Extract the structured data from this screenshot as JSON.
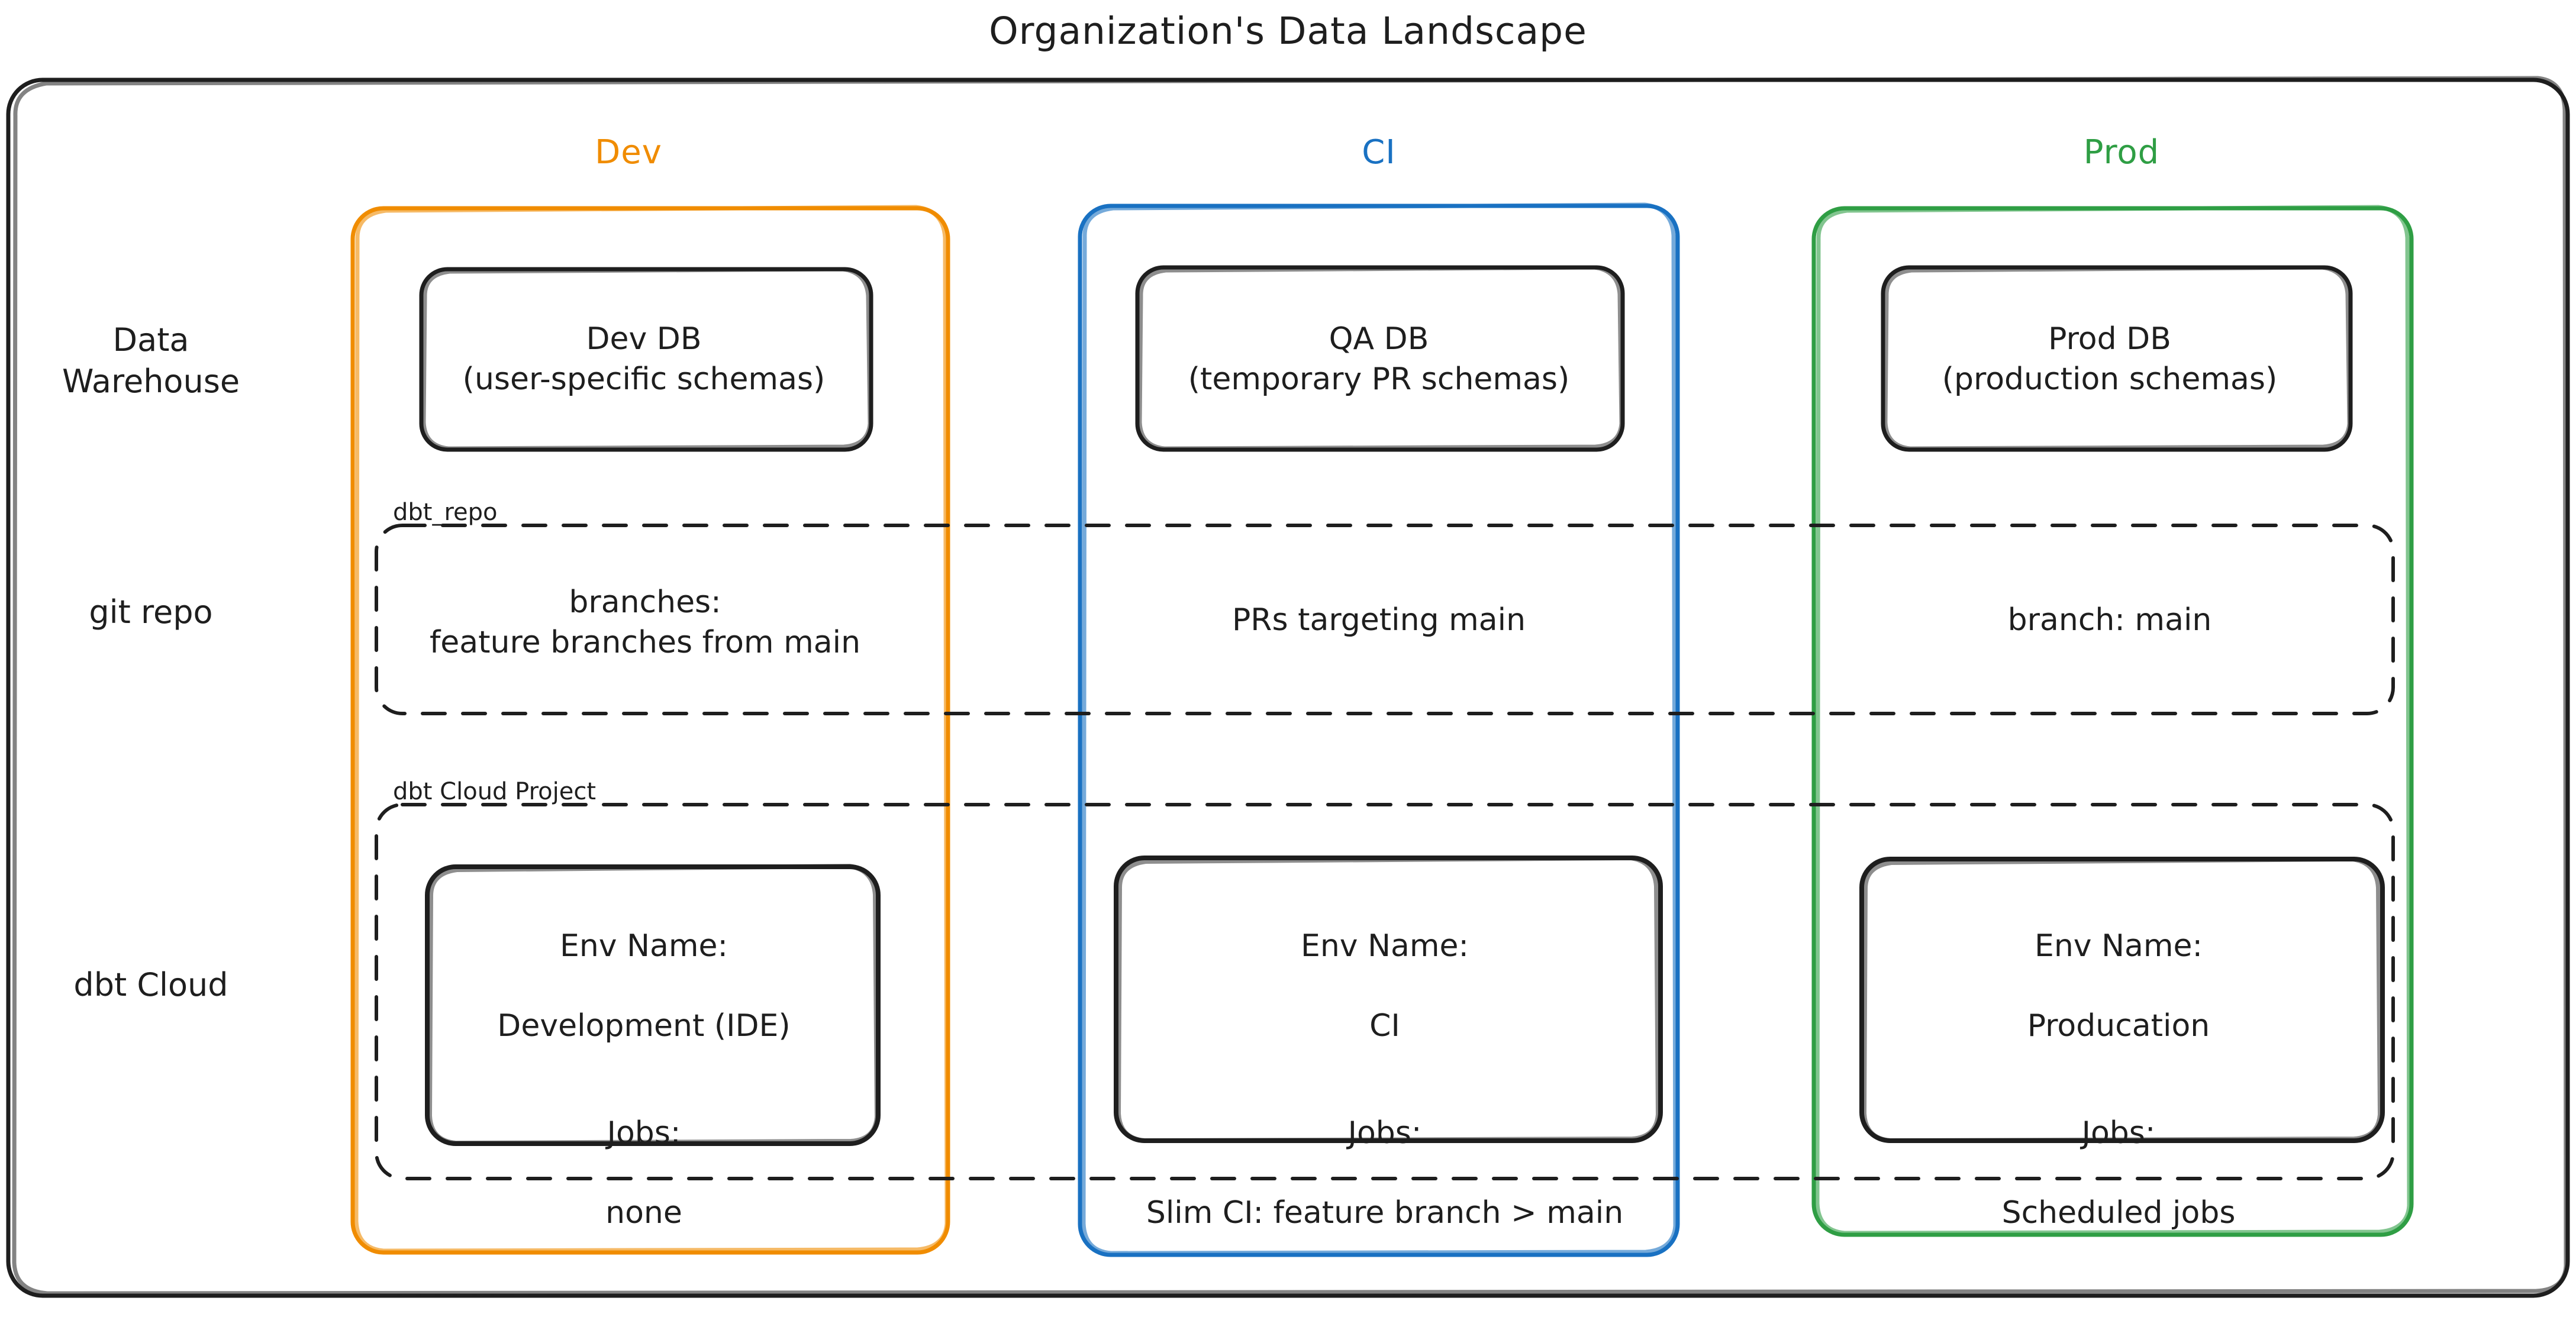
{
  "title": "Organization's Data Landscape",
  "colors": {
    "stroke": "#1e1e1e",
    "dev": "#f08c00",
    "ci": "#1971c2",
    "prod": "#2f9e44",
    "background": "#ffffff"
  },
  "swimlanes": [
    {
      "key": "dev",
      "label": "Dev",
      "color": "#f08c00"
    },
    {
      "key": "ci",
      "label": "CI",
      "color": "#1971c2"
    },
    {
      "key": "prod",
      "label": "Prod",
      "color": "#2f9e44"
    }
  ],
  "rows": [
    {
      "key": "warehouse",
      "label": "Data\nWarehouse"
    },
    {
      "key": "git",
      "label": "git repo"
    },
    {
      "key": "dbtcloud",
      "label": "dbt Cloud"
    }
  ],
  "groups": {
    "git_repo": {
      "caption": "dbt_repo",
      "style": "dashed"
    },
    "dbt_cloud_project": {
      "caption": "dbt Cloud Project",
      "style": "dashed"
    }
  },
  "cells": {
    "warehouse": {
      "dev": "Dev DB\n(user-specific schemas)",
      "ci": "QA DB\n(temporary PR schemas)",
      "prod": "Prod DB\n(production schemas)"
    },
    "git": {
      "dev": "branches:\nfeature branches from main",
      "ci": "PRs targeting main",
      "prod": "branch: main"
    },
    "dbt_cloud": {
      "dev": {
        "env_label": "Env Name:",
        "env_value": "Development (IDE)",
        "jobs_label": "Jobs:",
        "jobs_value": "none"
      },
      "ci": {
        "env_label": "Env Name:",
        "env_value": "CI",
        "jobs_label": "Jobs:",
        "jobs_value": "Slim CI: feature branch > main"
      },
      "prod": {
        "env_label": "Env Name:",
        "env_value": "Producation",
        "jobs_label": "Jobs:",
        "jobs_value": "Scheduled jobs"
      }
    }
  }
}
